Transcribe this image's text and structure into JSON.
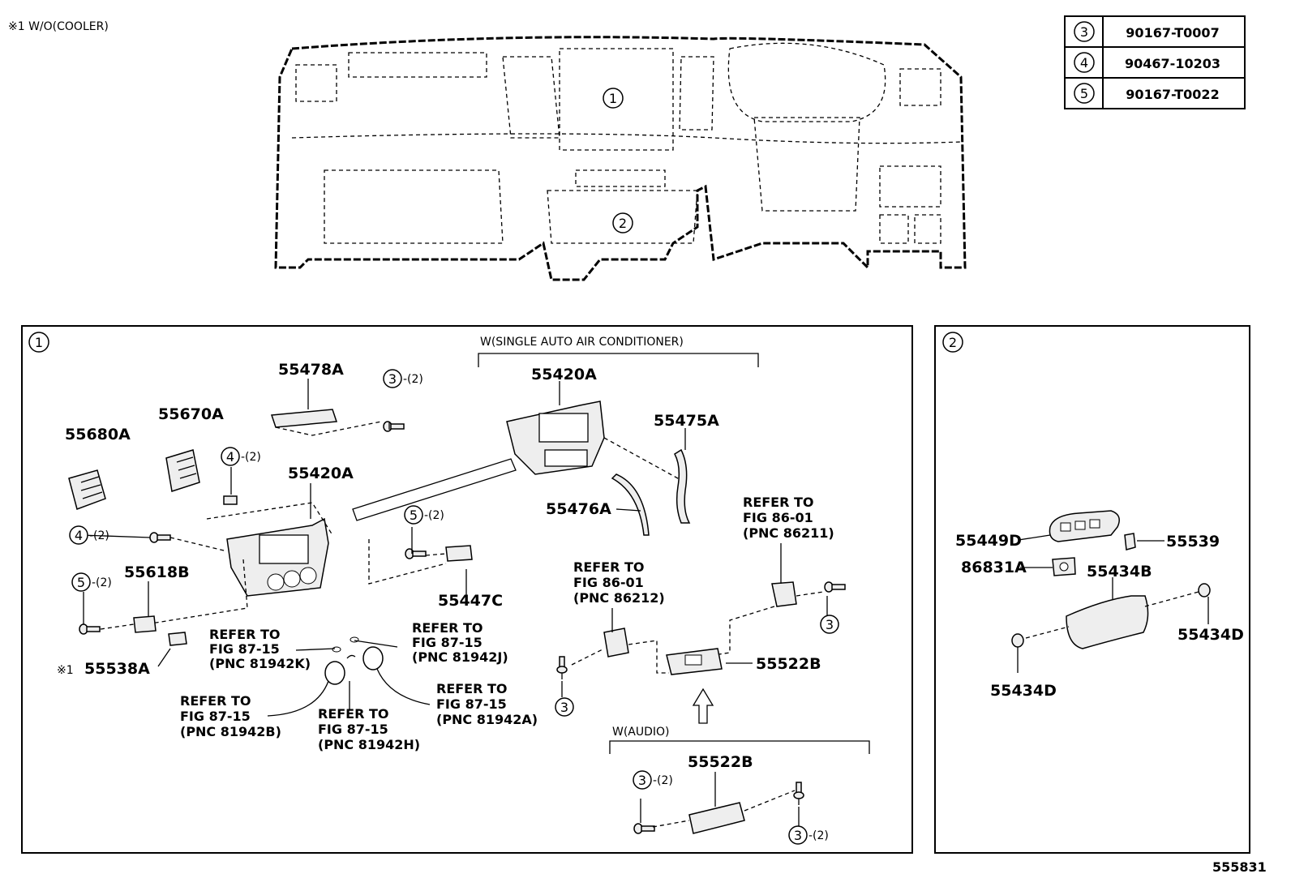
{
  "top_note": "※1 W/O(COOLER)",
  "legend": [
    {
      "key": "3",
      "part": "90167-T0007"
    },
    {
      "key": "4",
      "part": "90467-10203"
    },
    {
      "key": "5",
      "part": "90167-T0022"
    }
  ],
  "overview_callouts": [
    "1",
    "2"
  ],
  "panel1": {
    "key": "1",
    "option_single_auto_ac": "W(SINGLE AUTO AIR CONDITIONER)",
    "option_audio": "W(AUDIO)",
    "parts": {
      "p55478A": "55478A",
      "p55670A": "55670A",
      "p55680A": "55680A",
      "p55420A_upper": "55420A",
      "p55420A_lower": "55420A",
      "p55475A": "55475A",
      "p55476A": "55476A",
      "p55618B": "55618B",
      "p55447C": "55447C",
      "p55538A": "55538A",
      "p55538A_mark": "※1",
      "p55522B_upper": "55522B",
      "p55522B_lower": "55522B"
    },
    "qty": "-(2)",
    "keys": {
      "k3": "3",
      "k4": "4",
      "k5": "5"
    },
    "refs": {
      "refer_to": "REFER TO",
      "r1_fig": "FIG 87-15",
      "r1_pnc": "(PNC 81942K)",
      "r2_fig": "FIG 87-15",
      "r2_pnc": "(PNC 81942J)",
      "r3_fig": "FIG 87-15",
      "r3_pnc": "(PNC 81942B)",
      "r4_fig": "FIG 87-15",
      "r4_pnc": "(PNC 81942H)",
      "r5_fig": "FIG 87-15",
      "r5_pnc": "(PNC 81942A)",
      "r6_fig": "FIG 86-01",
      "r6_pnc": "(PNC 86212)",
      "r7_fig": "FIG 86-01",
      "r7_pnc": "(PNC 86211)"
    }
  },
  "panel2": {
    "key": "2",
    "parts": {
      "p55449D": "55449D",
      "p55539": "55539",
      "p86831A": "86831A",
      "p55434B": "55434B",
      "p55434D_right": "55434D",
      "p55434D_left": "55434D"
    }
  },
  "figure_number": "555831"
}
